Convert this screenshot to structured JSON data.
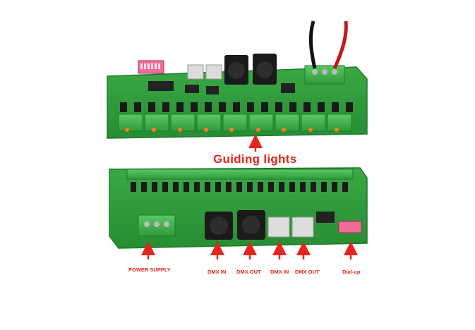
{
  "labels": {
    "guiding_lights": "Guiding lights",
    "power_supply": "POWER SUPPLY",
    "dmx_in_1": "DMX IN",
    "dmx_out_1": "DMX OUT",
    "dmx_in_2": "DMX IN",
    "dmx_out_2": "DMX OUT",
    "dial_up": "Dial-up"
  },
  "colors": {
    "pcb_green": "#2f9a3a",
    "pcb_edge": "#1f7a2a",
    "terminal_green": "#3fb24a",
    "led_orange": "#ff7a1a",
    "arrow_red": "#e3261b",
    "dip_pink": "#f06a9a",
    "xlr_black": "#1a1a1a"
  }
}
